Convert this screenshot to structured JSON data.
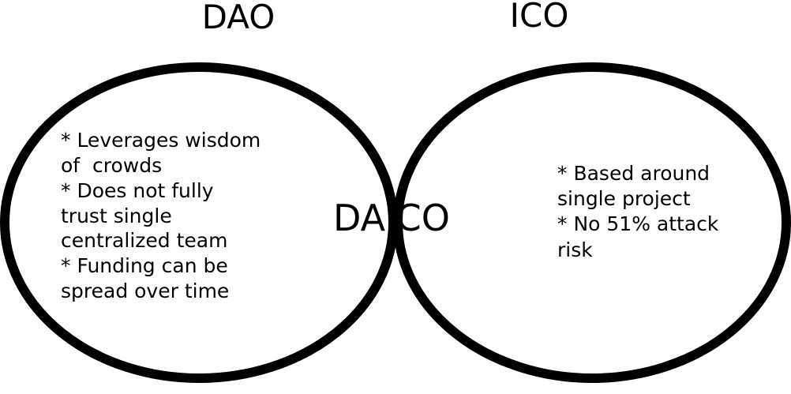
{
  "sets": {
    "left": {
      "title": "DAO",
      "lines": [
        "* Leverages wisdom",
        "of  crowds",
        "* Does not fully",
        "trust single",
        "centralized team",
        "* Funding can be",
        "spread over time"
      ]
    },
    "right": {
      "title": "ICO",
      "lines": [
        "* Based around",
        "single project",
        "* No 51% attack",
        "risk"
      ]
    },
    "overlap": {
      "label": "DAICO"
    }
  },
  "colors": {
    "stroke": "#000000",
    "background": "#ffffff"
  }
}
